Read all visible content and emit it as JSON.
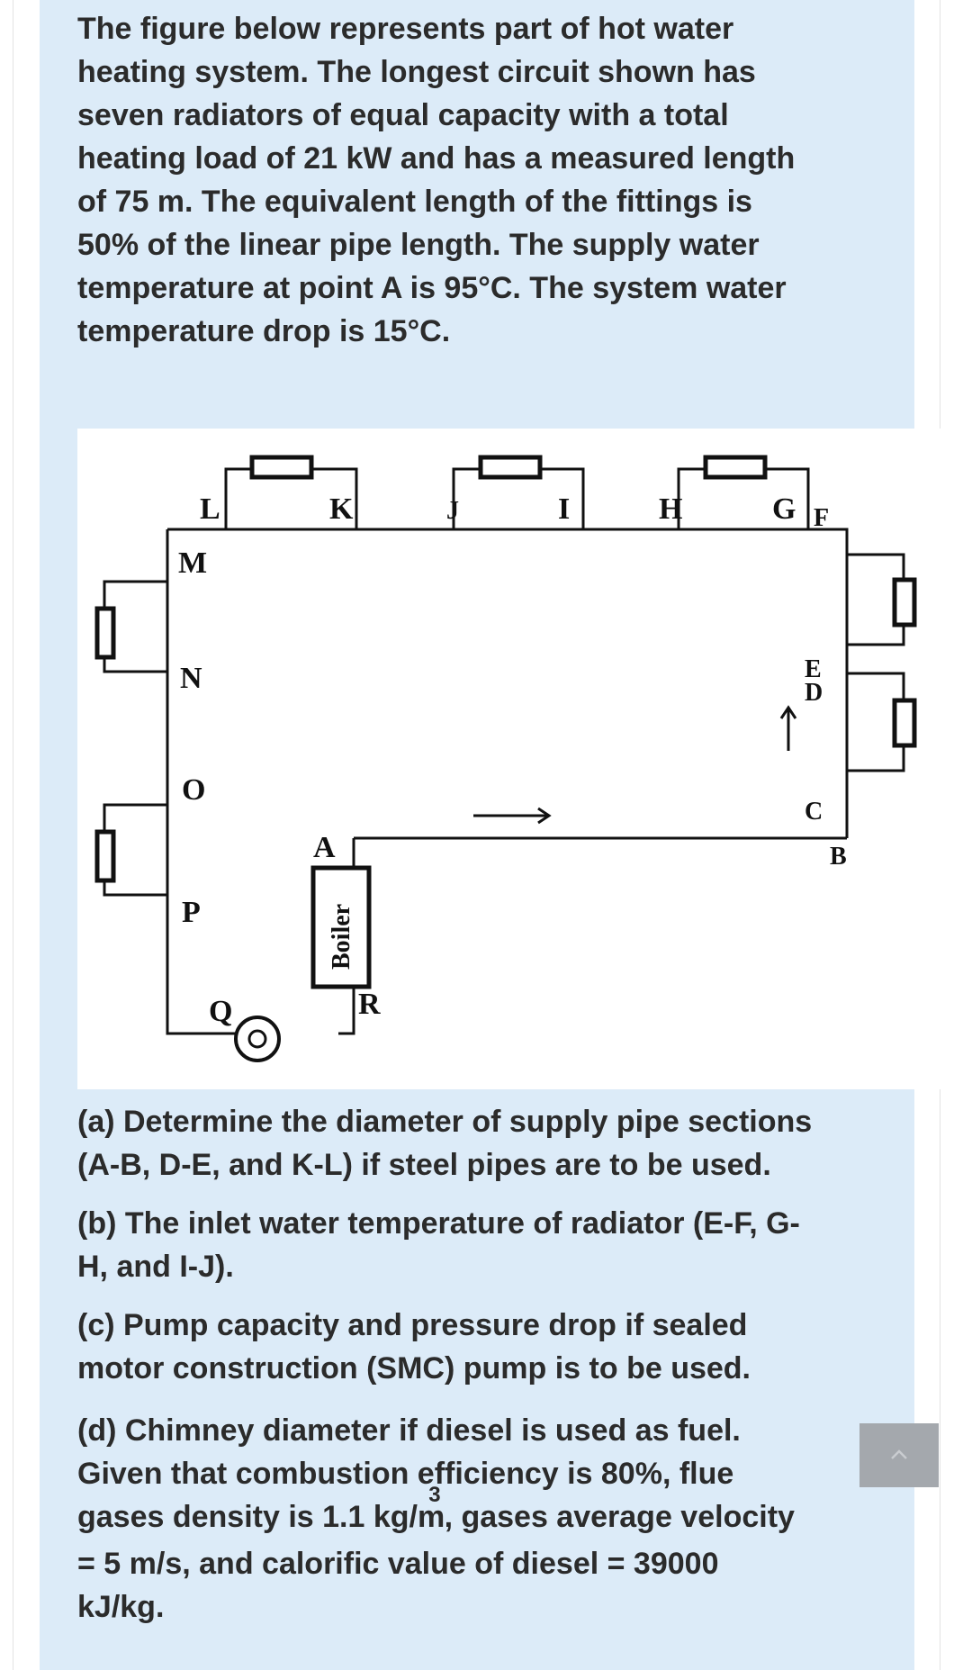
{
  "intro": {
    "lines": [
      " The figure below represents part of hot water",
      "heating system. The longest circuit shown has",
      "seven radiators of equal capacity with a total",
      "heating load of 21 kW and has a measured length",
      "of 75 m. The equivalent length of the fittings is",
      "50% of the linear pipe length. The supply water",
      "temperature at point A is 95°C. The system water",
      "temperature drop is 15°C."
    ]
  },
  "figure": {
    "labels": {
      "L": "L",
      "K": "K",
      "J": "J",
      "I": "I",
      "H": "H",
      "G": "G",
      "F": "F",
      "M": "M",
      "N": "N",
      "O": "O",
      "P": "P",
      "Q": "Q",
      "E": "E",
      "D": "D",
      "C": "C",
      "B": "B",
      "A": "A",
      "R": "R"
    },
    "boiler_label": "Boiler",
    "radiator_count": 7
  },
  "questions": {
    "a": {
      "line1": "(a) Determine the diameter of supply pipe sections",
      "line2": "(A-B, D-E, and K-L) if steel pipes are to be used."
    },
    "b": {
      "line1": "(b) The inlet water temperature of radiator (E-F, G-",
      "line2": "H, and I-J)."
    },
    "c": {
      "line1": "(c) Pump capacity and pressure drop if sealed",
      "line2": "motor construction (SMC) pump is to be used."
    },
    "d": {
      "line1": "(d) Chimney diameter if diesel is used as fuel.",
      "line2": "Given that combustion efficiency is 80%, flue",
      "line3_pre": "gases density is 1.1 kg/m",
      "line3_sup": "3",
      "line3_post": ", gases average velocity",
      "line4": "= 5 m/s, and calorific value of diesel = 39000",
      "line5": "kJ/kg."
    }
  },
  "colors": {
    "card_background": "#dcebf8",
    "text": "#2b2b2b",
    "scroll_button": "#a4a8ad"
  },
  "icons": {
    "scroll_top": "chevron-up-icon"
  }
}
